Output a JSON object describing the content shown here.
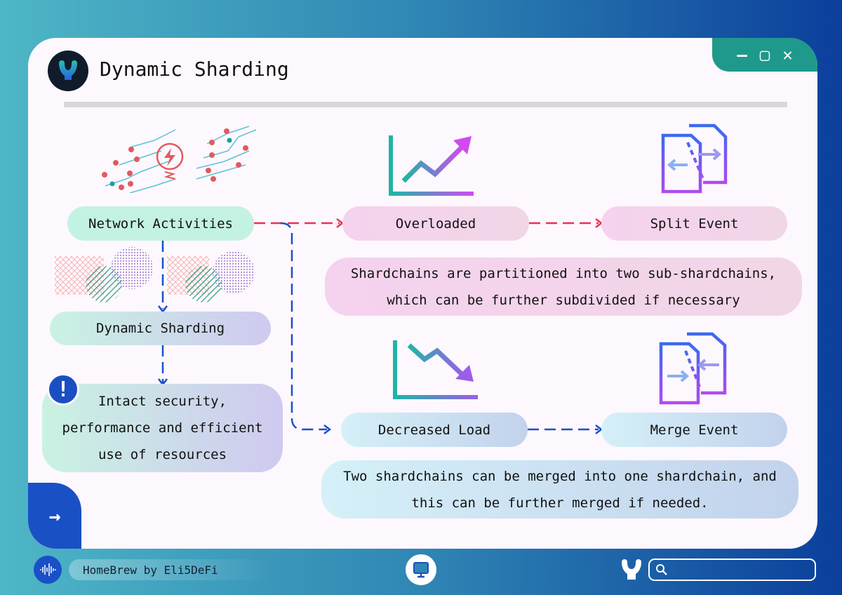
{
  "window": {
    "title": "Dynamic Sharding",
    "controls": {
      "minimize": "—",
      "maximize": "▢",
      "close": "✕"
    }
  },
  "flow": {
    "network": "Network Activities",
    "dynamic": "Dynamic Sharding",
    "intact": "Intact security, performance and efficient use of resources",
    "overloaded": "Overloaded",
    "split": "Split Event",
    "split_desc": "Shardchains are partitioned into two sub-shardchains, which can be further subdivided if necessary",
    "decreased": "Decreased Load",
    "merge": "Merge Event",
    "merge_desc": "Two shardchains can be merged into one shardchain, and this can be further merged if needed."
  },
  "icons": {
    "alert": "!",
    "next": "→"
  },
  "taskbar": {
    "credit": "HomeBrew by Eli5DeFi",
    "search_placeholder": ""
  },
  "colors": {
    "teal": "#1f998b",
    "blue": "#1a50c6",
    "red": "#e8334e",
    "dash_blue": "#1a50c6"
  }
}
